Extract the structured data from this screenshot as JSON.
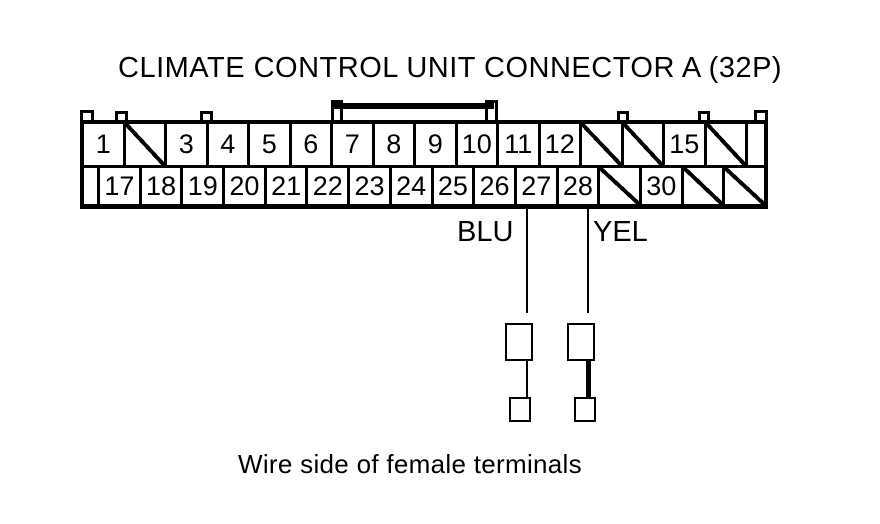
{
  "title": "CLIMATE CONTROL UNIT CONNECTOR A (32P)",
  "caption": "Wire side of female terminals",
  "colors": {
    "ink": "#000000",
    "background": "#ffffff"
  },
  "connector": {
    "designation": "A",
    "pin_count_label": "32P",
    "top_row": [
      {
        "type": "pin",
        "label": "1"
      },
      {
        "type": "nc"
      },
      {
        "type": "pin",
        "label": "3"
      },
      {
        "type": "pin",
        "label": "4"
      },
      {
        "type": "pin",
        "label": "5"
      },
      {
        "type": "pin",
        "label": "6"
      },
      {
        "type": "pin",
        "label": "7"
      },
      {
        "type": "pin",
        "label": "8"
      },
      {
        "type": "pin",
        "label": "9"
      },
      {
        "type": "pin",
        "label": "10"
      },
      {
        "type": "pin",
        "label": "11"
      },
      {
        "type": "pin",
        "label": "12"
      },
      {
        "type": "nc"
      },
      {
        "type": "nc"
      },
      {
        "type": "pin",
        "label": "15"
      },
      {
        "type": "nc"
      },
      {
        "type": "end"
      }
    ],
    "bottom_row": [
      {
        "type": "end"
      },
      {
        "type": "pin",
        "label": "17"
      },
      {
        "type": "pin",
        "label": "18"
      },
      {
        "type": "pin",
        "label": "19"
      },
      {
        "type": "pin",
        "label": "20"
      },
      {
        "type": "pin",
        "label": "21"
      },
      {
        "type": "pin",
        "label": "22"
      },
      {
        "type": "pin",
        "label": "23"
      },
      {
        "type": "pin",
        "label": "24"
      },
      {
        "type": "pin",
        "label": "25"
      },
      {
        "type": "pin",
        "label": "26"
      },
      {
        "type": "pin",
        "label": "27"
      },
      {
        "type": "pin",
        "label": "28"
      },
      {
        "type": "nc"
      },
      {
        "type": "pin",
        "label": "30"
      },
      {
        "type": "nc"
      },
      {
        "type": "nc"
      }
    ],
    "wires": [
      {
        "pin": "27",
        "color": "BLU"
      },
      {
        "pin": "28",
        "color": "YEL"
      }
    ]
  }
}
